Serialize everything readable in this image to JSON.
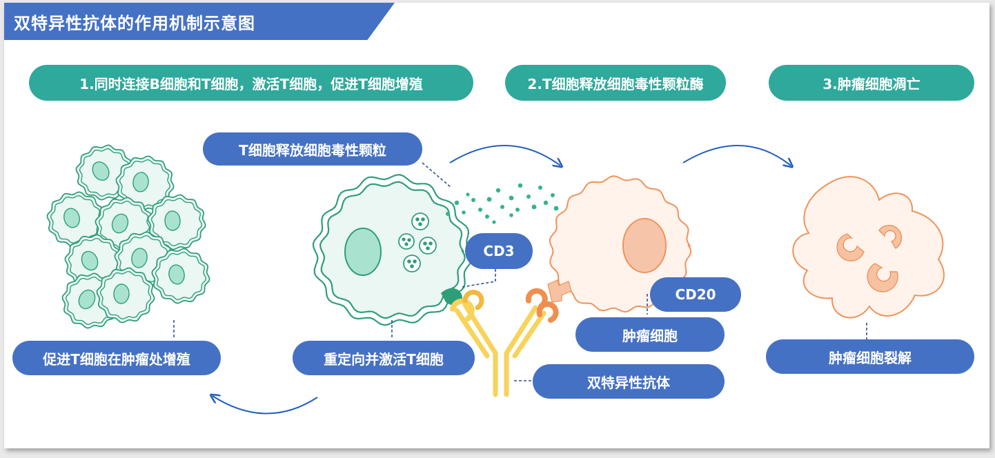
{
  "title": "双特异性抗体的作用机制示意图",
  "steps": [
    {
      "label": "1.同时连接B细胞和T细胞，激活T细胞，促进T细胞增殖"
    },
    {
      "label": "2.T细胞释放细胞毒性颗粒酶"
    },
    {
      "label": "3.肿瘤细胞凋亡"
    }
  ],
  "labels": {
    "granules": "T细胞释放细胞毒性颗粒",
    "cd3": "CD3",
    "cd20": "CD20",
    "tumor_cell": "肿瘤细胞",
    "bispecific": "双特异性抗体",
    "redirect": "重定向并激活T细胞",
    "proliferate": "促进T细胞在肿瘤处增殖",
    "lysis": "肿瘤细胞裂解"
  },
  "colors": {
    "header_blue": "#4571c4",
    "step_teal": "#2ea99b",
    "t_cell_green": "#2e9e78",
    "tumor_orange": "#f0925a",
    "antibody_yellow": "#f7d35a",
    "arrow_blue": "#1f5fbf"
  }
}
